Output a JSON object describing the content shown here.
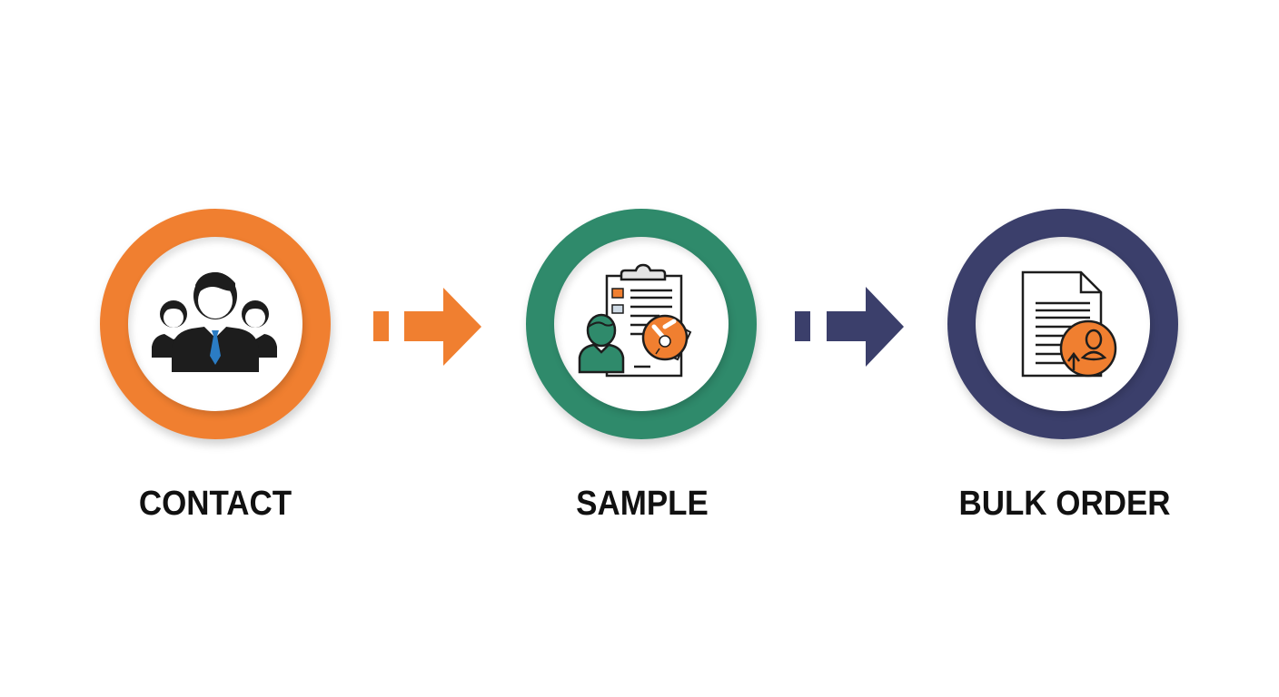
{
  "diagram": {
    "type": "process-flow",
    "steps": [
      {
        "label": "CONTACT",
        "icon": "people-group-icon",
        "ring_color": "#f07f30"
      },
      {
        "label": "SAMPLE",
        "icon": "clipboard-approval-icon",
        "ring_color": "#2f8a6b"
      },
      {
        "label": "BULK ORDER",
        "icon": "document-user-upload-icon",
        "ring_color": "#3b3f6b"
      }
    ],
    "connectors": [
      {
        "from": "CONTACT",
        "to": "SAMPLE",
        "icon": "dashed-arrow-right-icon",
        "color": "#f07f30"
      },
      {
        "from": "SAMPLE",
        "to": "BULK ORDER",
        "icon": "dashed-arrow-right-icon",
        "color": "#3b3f6b"
      }
    ]
  },
  "colors": {
    "orange": "#f07f30",
    "green": "#2f8a6b",
    "navy": "#3b3f6b",
    "tie_blue": "#2b7cc4",
    "icon_dark": "#1d1d1d",
    "text": "#111111"
  }
}
